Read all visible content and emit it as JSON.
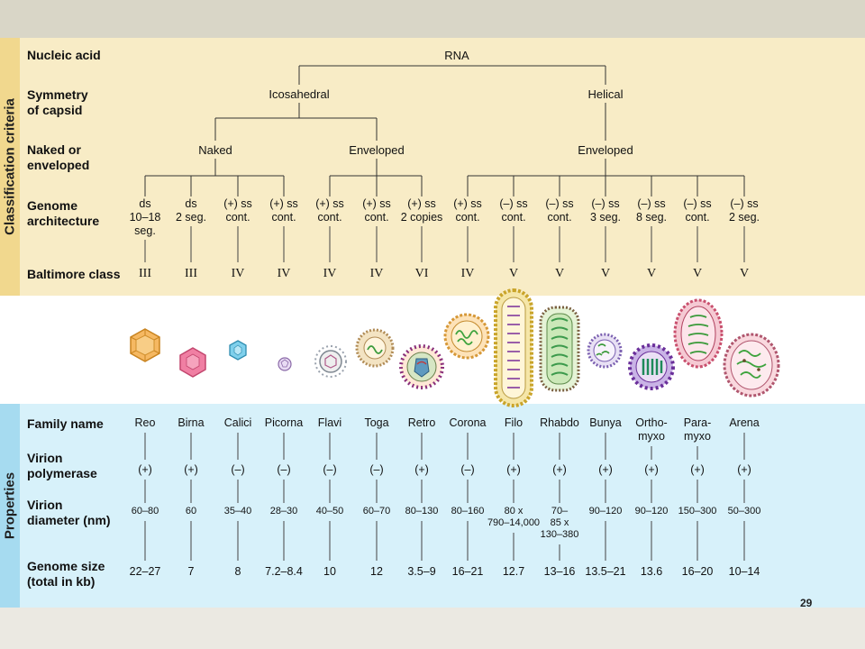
{
  "side_labels": {
    "classification": "Classification criteria",
    "properties": "Properties"
  },
  "row_labels": {
    "nucleic_acid": "Nucleic acid",
    "symmetry": "Symmetry\nof capsid",
    "naked": "Naked or\nenveloped",
    "genome_arch": "Genome\narchitecture",
    "baltimore": "Baltimore class",
    "family": "Family name",
    "polymerase": "Virion\npolymerase",
    "diameter": "Virion\ndiameter (nm)",
    "genome_size": "Genome size\n(total in kb)"
  },
  "tree": {
    "rna": "RNA",
    "icosahedral": "Icosahedral",
    "helical": "Helical",
    "naked": "Naked",
    "enveloped_ico": "Enveloped",
    "enveloped_hel": "Enveloped"
  },
  "columns": [
    {
      "genome": "ds\n10–18\nseg.",
      "baltimore": "III",
      "family": "Reo",
      "polymerase": "(+)",
      "diameter": "60–80",
      "genome_size": "22–27"
    },
    {
      "genome": "ds\n2 seg.",
      "baltimore": "III",
      "family": "Birna",
      "polymerase": "(+)",
      "diameter": "60",
      "genome_size": "7"
    },
    {
      "genome": "(+) ss\ncont.",
      "baltimore": "IV",
      "family": "Calici",
      "polymerase": "(–)",
      "diameter": "35–40",
      "genome_size": "8"
    },
    {
      "genome": "(+) ss\ncont.",
      "baltimore": "IV",
      "family": "Picorna",
      "polymerase": "(–)",
      "diameter": "28–30",
      "genome_size": "7.2–8.4"
    },
    {
      "genome": "(+) ss\ncont.",
      "baltimore": "IV",
      "family": "Flavi",
      "polymerase": "(–)",
      "diameter": "40–50",
      "genome_size": "10"
    },
    {
      "genome": "(+) ss\ncont.",
      "baltimore": "IV",
      "family": "Toga",
      "polymerase": "(–)",
      "diameter": "60–70",
      "genome_size": "12"
    },
    {
      "genome": "(+) ss\n2 copies",
      "baltimore": "VI",
      "family": "Retro",
      "polymerase": "(+)",
      "diameter": "80–130",
      "genome_size": "3.5–9"
    },
    {
      "genome": "(+) ss\ncont.",
      "baltimore": "IV",
      "family": "Corona",
      "polymerase": "(–)",
      "diameter": "80–160",
      "genome_size": "16–21"
    },
    {
      "genome": "(–) ss\ncont.",
      "baltimore": "V",
      "family": "Filo",
      "polymerase": "(+)",
      "diameter": "80 x\n790–14,000",
      "genome_size": "12.7"
    },
    {
      "genome": "(–) ss\ncont.",
      "baltimore": "V",
      "family": "Rhabdo",
      "polymerase": "(+)",
      "diameter": "70–\n85 x\n130–380",
      "genome_size": "13–16"
    },
    {
      "genome": "(–) ss\n3 seg.",
      "baltimore": "V",
      "family": "Bunya",
      "polymerase": "(+)",
      "diameter": "90–120",
      "genome_size": "13.5–21"
    },
    {
      "genome": "(–) ss\n8 seg.",
      "baltimore": "V",
      "family": "Ortho-\nmyxo",
      "polymerase": "(+)",
      "diameter": "90–120",
      "genome_size": "13.6"
    },
    {
      "genome": "(–) ss\ncont.",
      "baltimore": "V",
      "family": "Para-\nmyxo",
      "polymerase": "(+)",
      "diameter": "150–300",
      "genome_size": "16–20"
    },
    {
      "genome": "(–) ss\n2 seg.",
      "baltimore": "V",
      "family": "Arena",
      "polymerase": "(+)",
      "diameter": "50–300",
      "genome_size": "10–14"
    }
  ],
  "page_number": "29",
  "colors": {
    "classification_bg": "#f8ecc6",
    "properties_bg": "#d7f1fa",
    "side_classification": "#f1d88e",
    "side_properties": "#a6dbf0"
  },
  "virus_icons": [
    "reo-icon",
    "birna-icon",
    "calici-icon",
    "picorna-icon",
    "flavi-icon",
    "toga-icon",
    "retro-icon",
    "corona-icon",
    "filo-icon",
    "rhabdo-icon",
    "bunya-icon",
    "orthomyxo-icon",
    "paramyxo-icon",
    "arena-icon"
  ]
}
